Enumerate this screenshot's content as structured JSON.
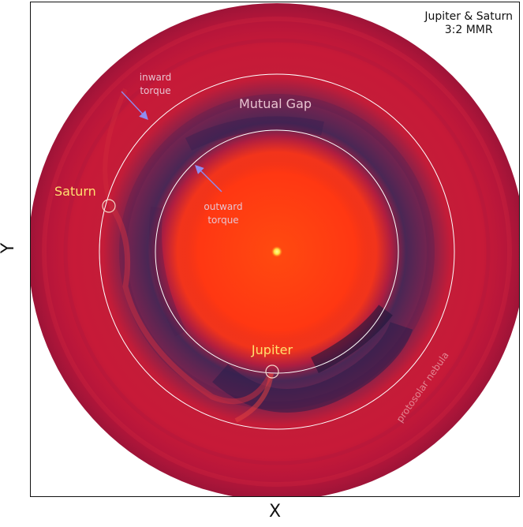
{
  "axes": {
    "xlabel": "X",
    "ylabel": "Y"
  },
  "title": {
    "line1": "Jupiter & Saturn",
    "line2": "3:2  MMR"
  },
  "labels": {
    "saturn": "Saturn",
    "jupiter": "Jupiter",
    "gap": "Mutual Gap",
    "inward1": "inward",
    "inward2": "torque",
    "outward1": "outward",
    "outward2": "torque",
    "nebula": "protosolar nebula"
  },
  "colors": {
    "disk_outer": "#b8163a",
    "disk_inner": "#ff3a10",
    "gap_dark": "#2a1e4a",
    "planet_label": "#ffe070",
    "annotation": "#e7c3d0",
    "arrow": "#8f8cf0",
    "orbit": "#ffffff",
    "star": "#ffee66"
  }
}
